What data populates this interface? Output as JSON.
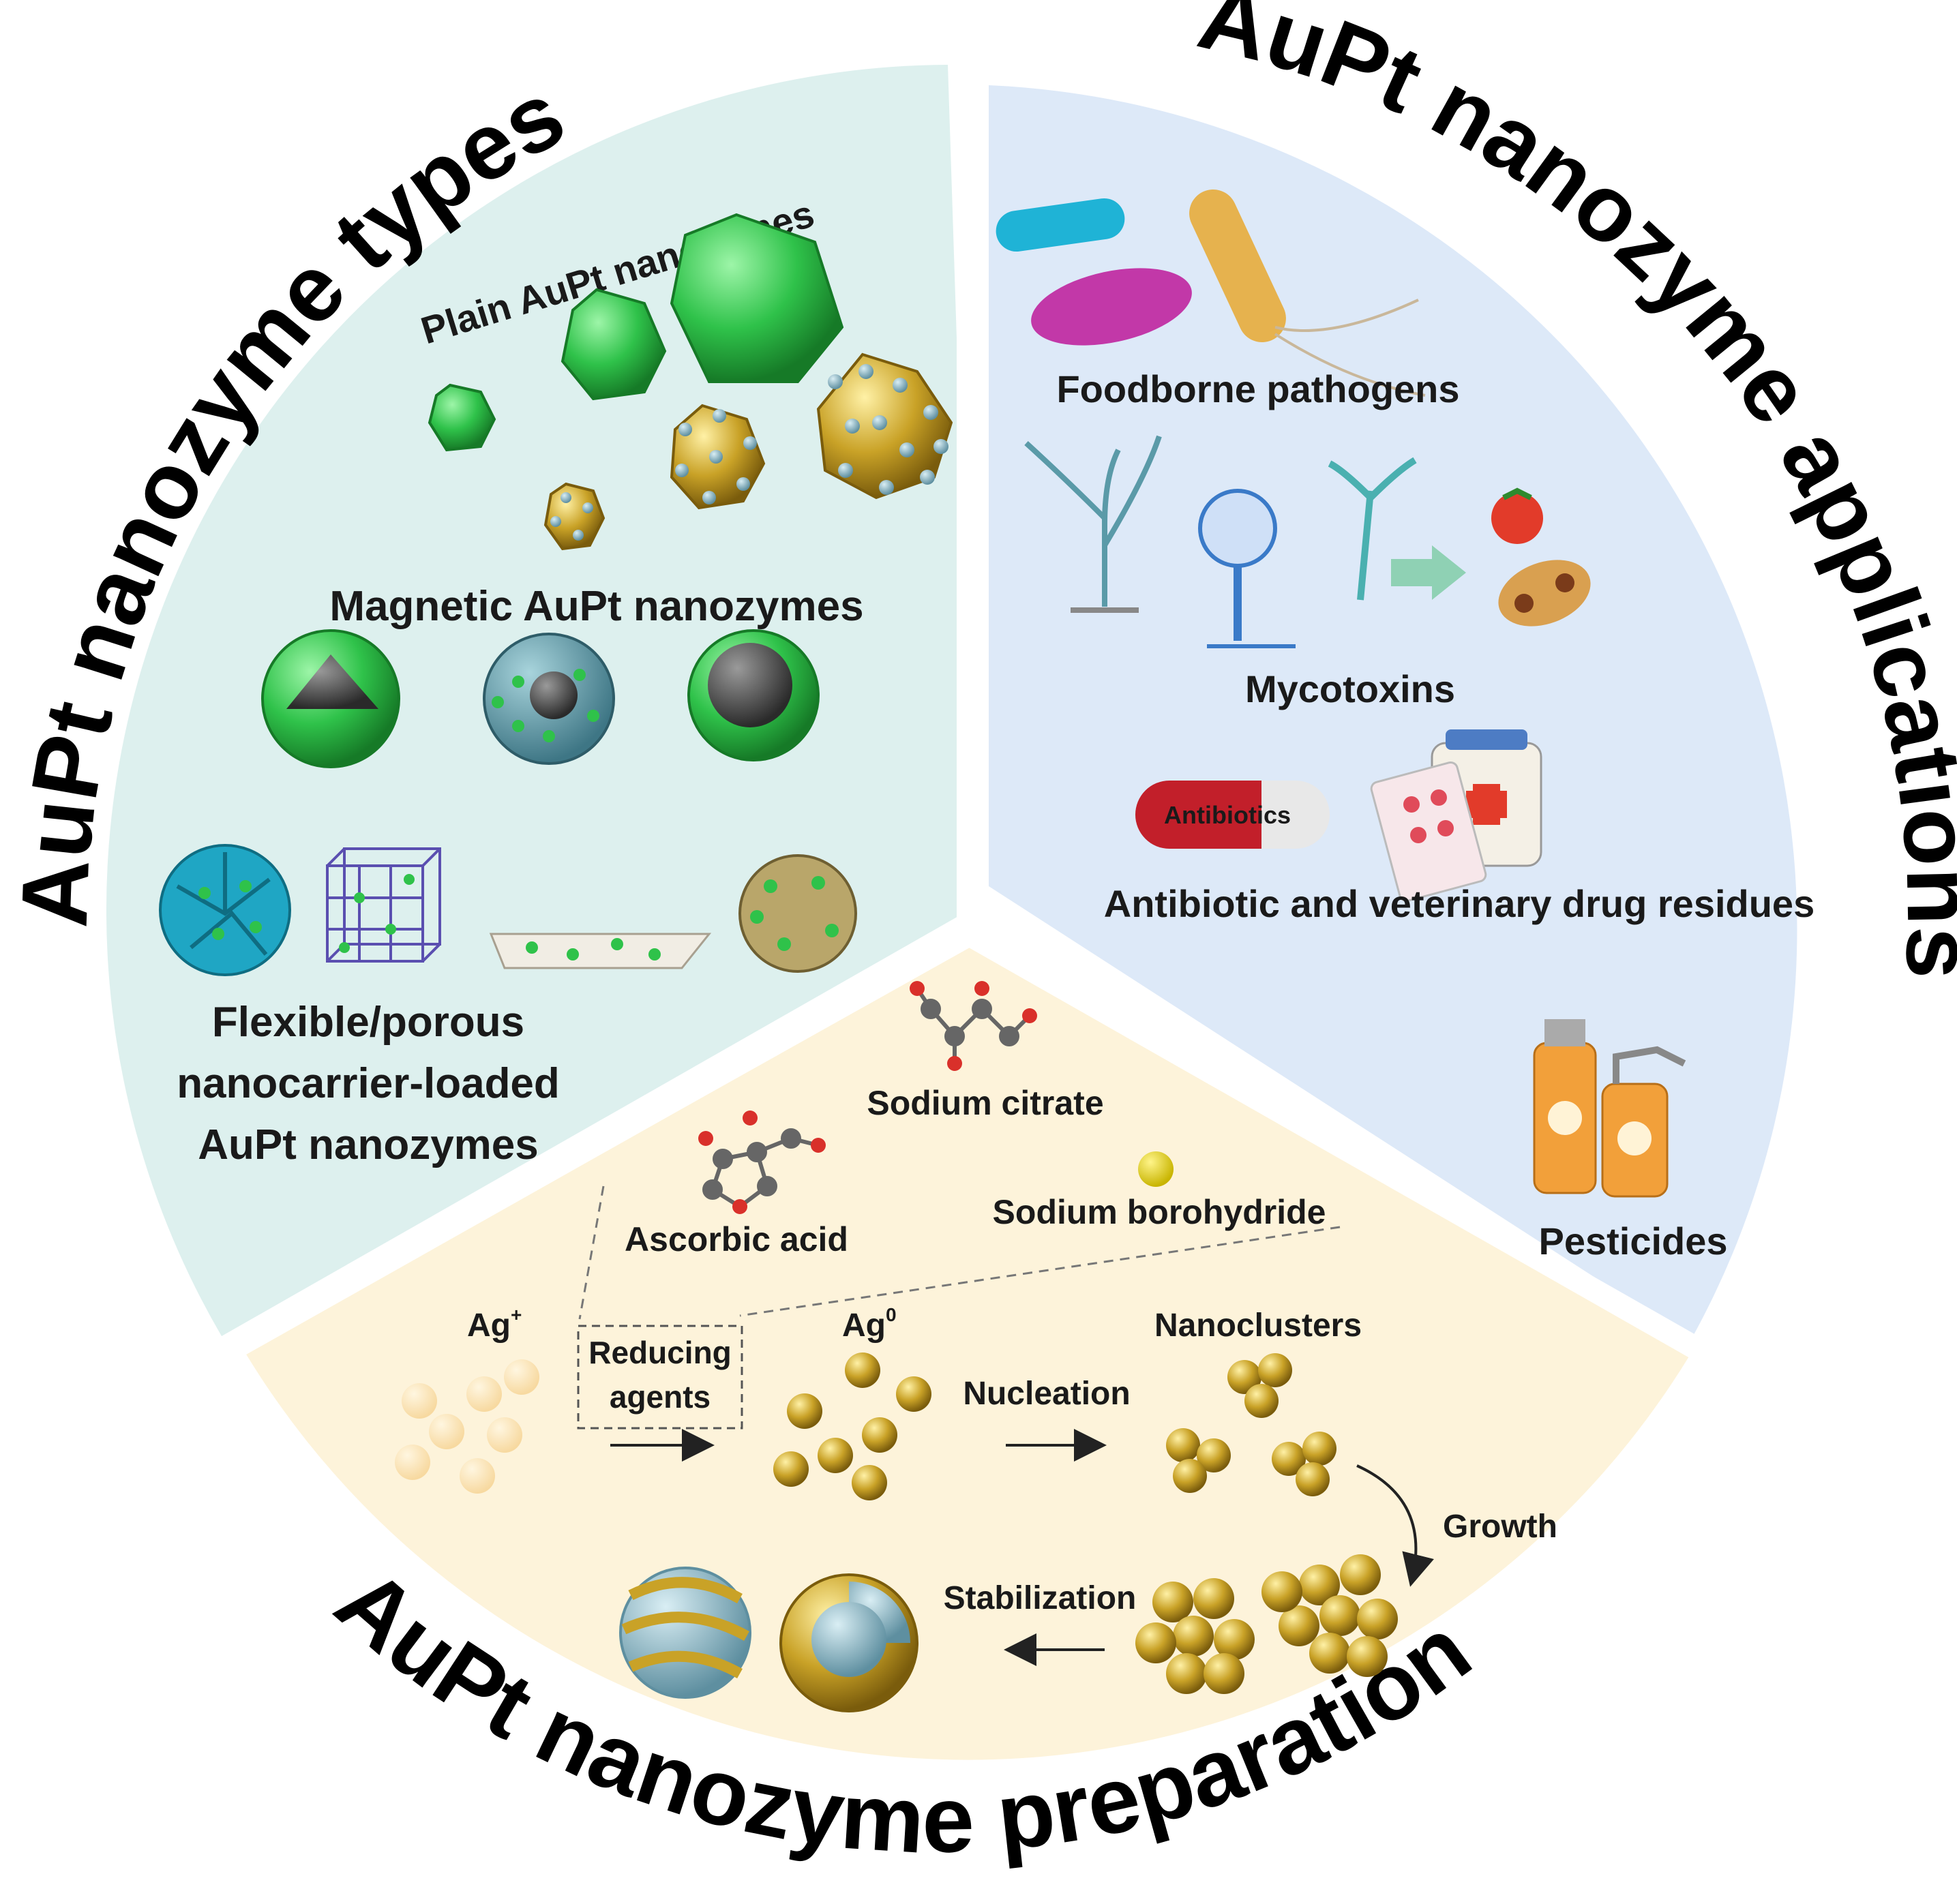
{
  "titles": {
    "types": "AuPt nanozyme types",
    "applications": "AuPt nanozyme applications",
    "preparation": "AuPt nanozyme preparation"
  },
  "types_panel": {
    "plain": "Plain AuPt nanozymes",
    "magnetic": "Magnetic AuPt nanozymes",
    "flexible_line1": "Flexible/porous",
    "flexible_line2": "nanocarrier-loaded",
    "flexible_line3": "AuPt nanozymes"
  },
  "applications_panel": {
    "pathogens": "Foodborne pathogens",
    "mycotoxins": "Mycotoxins",
    "antibiotics_pill": "Antibiotics",
    "drug_residues": "Antibiotic and veterinary drug residues",
    "pesticides": "Pesticides"
  },
  "preparation_panel": {
    "sodium_citrate": "Sodium citrate",
    "ascorbic_acid": "Ascorbic acid",
    "sodium_borohydride": "Sodium borohydride",
    "ag_ion": "Ag",
    "ag_ion_sup": "+",
    "reducing_line1": "Reducing",
    "reducing_line2": "agents",
    "ag_zero": "Ag",
    "ag_zero_sup": "0",
    "nucleation": "Nucleation",
    "nanoclusters": "Nanoclusters",
    "growth": "Growth",
    "stabilization": "Stabilization"
  },
  "colors": {
    "types_bg": "#ddf0ee",
    "applications_bg": "#dde9f8",
    "preparation_bg": "#fdf3da",
    "green_particle": "#2fc24a",
    "gold_particle": "#c9a227",
    "blue_atom": "#8fb8c8"
  }
}
